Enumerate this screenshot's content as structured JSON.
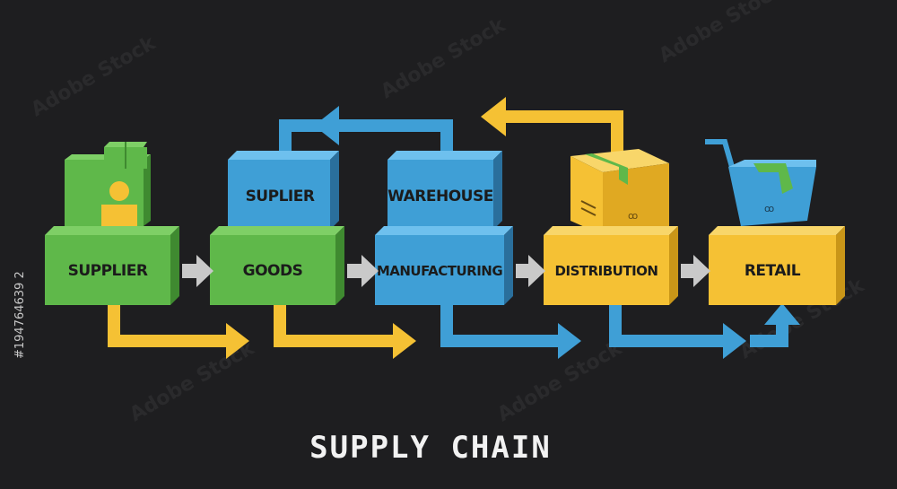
{
  "title": "SUPPLY CHAIN",
  "side_id": "#194764639 2",
  "watermark": "Adobe Stock",
  "stages": {
    "supplier": "SUPPLIER",
    "goods": "GOODS",
    "manufacturing": "MANUFACTURING",
    "distribution": "DISTRIBUTION",
    "retail": "RETAIL",
    "suplier_top": "SUPLIER",
    "warehouse": "WAREHOUSE"
  },
  "colors": {
    "green": "#5fb84a",
    "blue": "#3f9fd6",
    "yellow": "#f5c134",
    "gray_arrow": "#c9c9c9",
    "background": "#1e1e20"
  },
  "icons": [
    "person-icon",
    "cardboard-box-icon",
    "shopping-cart-icon"
  ]
}
